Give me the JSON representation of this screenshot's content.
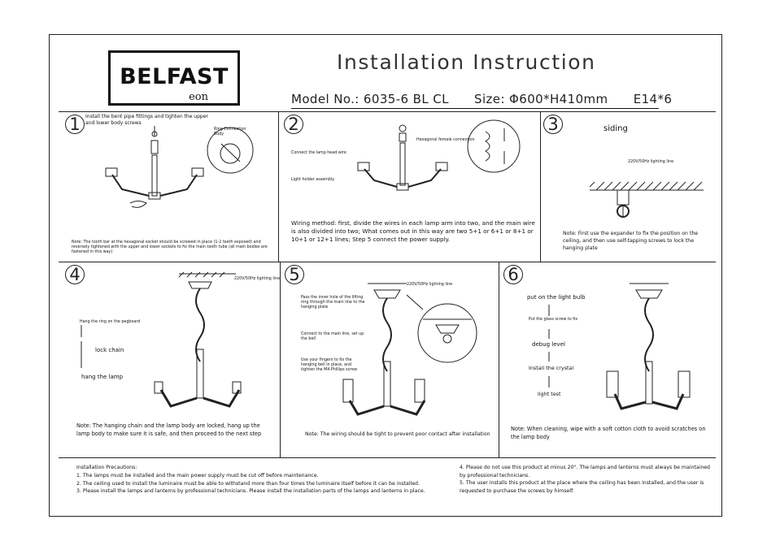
{
  "logo": {
    "brand": "BELFAST",
    "sub": "eon"
  },
  "title": "Installation Instruction",
  "model": {
    "model_no": "Model No.: 6035-6 BL CL",
    "size": "Size: Φ600*H410mm",
    "bulb": "E14*6"
  },
  "steps": {
    "s1": {
      "num": "1",
      "instruction": "Install the bent pipe fittings and tighten the upper and lower body screws",
      "callout": "Ring Connection Body",
      "note": "Note: The tooth bar at the hexagonal socket should be screwed in place (1-2 teeth exposed) and reversely tightened with the upper and lower sockets to fix the main tooth tube (all main bodies are fastened in this way)"
    },
    "s2": {
      "num": "2",
      "label_wire": "Connect the lamp head wire",
      "label_holder": "Light holder assembly",
      "label_hex": "Hexagonal female connection",
      "wiring": "Wiring method: first, divide the wires in each lamp arm into two, and the main wire is also divided into two; What comes out in this way are two 5+1 or 6+1 or 8+1 or 10+1 or 12+1 lines; Step 5 connect the power supply."
    },
    "s3": {
      "num": "3",
      "siding": "siding",
      "line": "220V/50Hz lighting line",
      "note": "Note: First use the expander to fix the position on the ceiling, and then use self-tapping screws to lock the hanging plate"
    },
    "s4": {
      "num": "4",
      "line": "220V/50Hz lighting line",
      "hang_ring": "Hang the ring on the pegboard",
      "lock_chain": "lock chain",
      "hang_lamp": "hang the lamp",
      "note": "Note: The hanging chain and the lamp body are locked, hang up the lamp body to make sure it is safe, and then proceed to the next step"
    },
    "s5": {
      "num": "5",
      "line": "220V/50Hz lighting line",
      "pass_wire": "Pass the inner hole of the lifting ring through the main line to the hanging plate",
      "connect_main": "Connect to the main line, set up the bell",
      "fingers": "Use your fingers to fix the hanging bell in place, and tighten the M4 Phillips screw",
      "note": "Note: The wiring should be tight to prevent poor contact after installation"
    },
    "s6": {
      "num": "6",
      "put_bulb": "put on the light bulb",
      "glass_screw": "Put the glass screw to fix",
      "debug": "debug level",
      "crystal": "Install the crystal",
      "light_test": "light test",
      "note": "Note: When cleaning, wipe with a soft cotton cloth to avoid scratches on the lamp body"
    }
  },
  "precautions": {
    "heading": "Installation Precautions:",
    "left": [
      "1. The lamps must be installed and the main power supply must be cut off before maintenance.",
      "2. The ceiling used to install the luminaire must be able to withstand more than four times the luminaire itself before it can be installed.",
      "3. Please install the lamps and lanterns by professional technicians. Please install the installation parts of the lamps and lanterns in place."
    ],
    "right": [
      "4. Please do not use this product at minus 20°. The lamps and lanterns must always be maintained by professional technicians.",
      "5. The user installs this product at the place where the ceiling has been installed, and the user is requested to purchase the screws by himself."
    ]
  }
}
